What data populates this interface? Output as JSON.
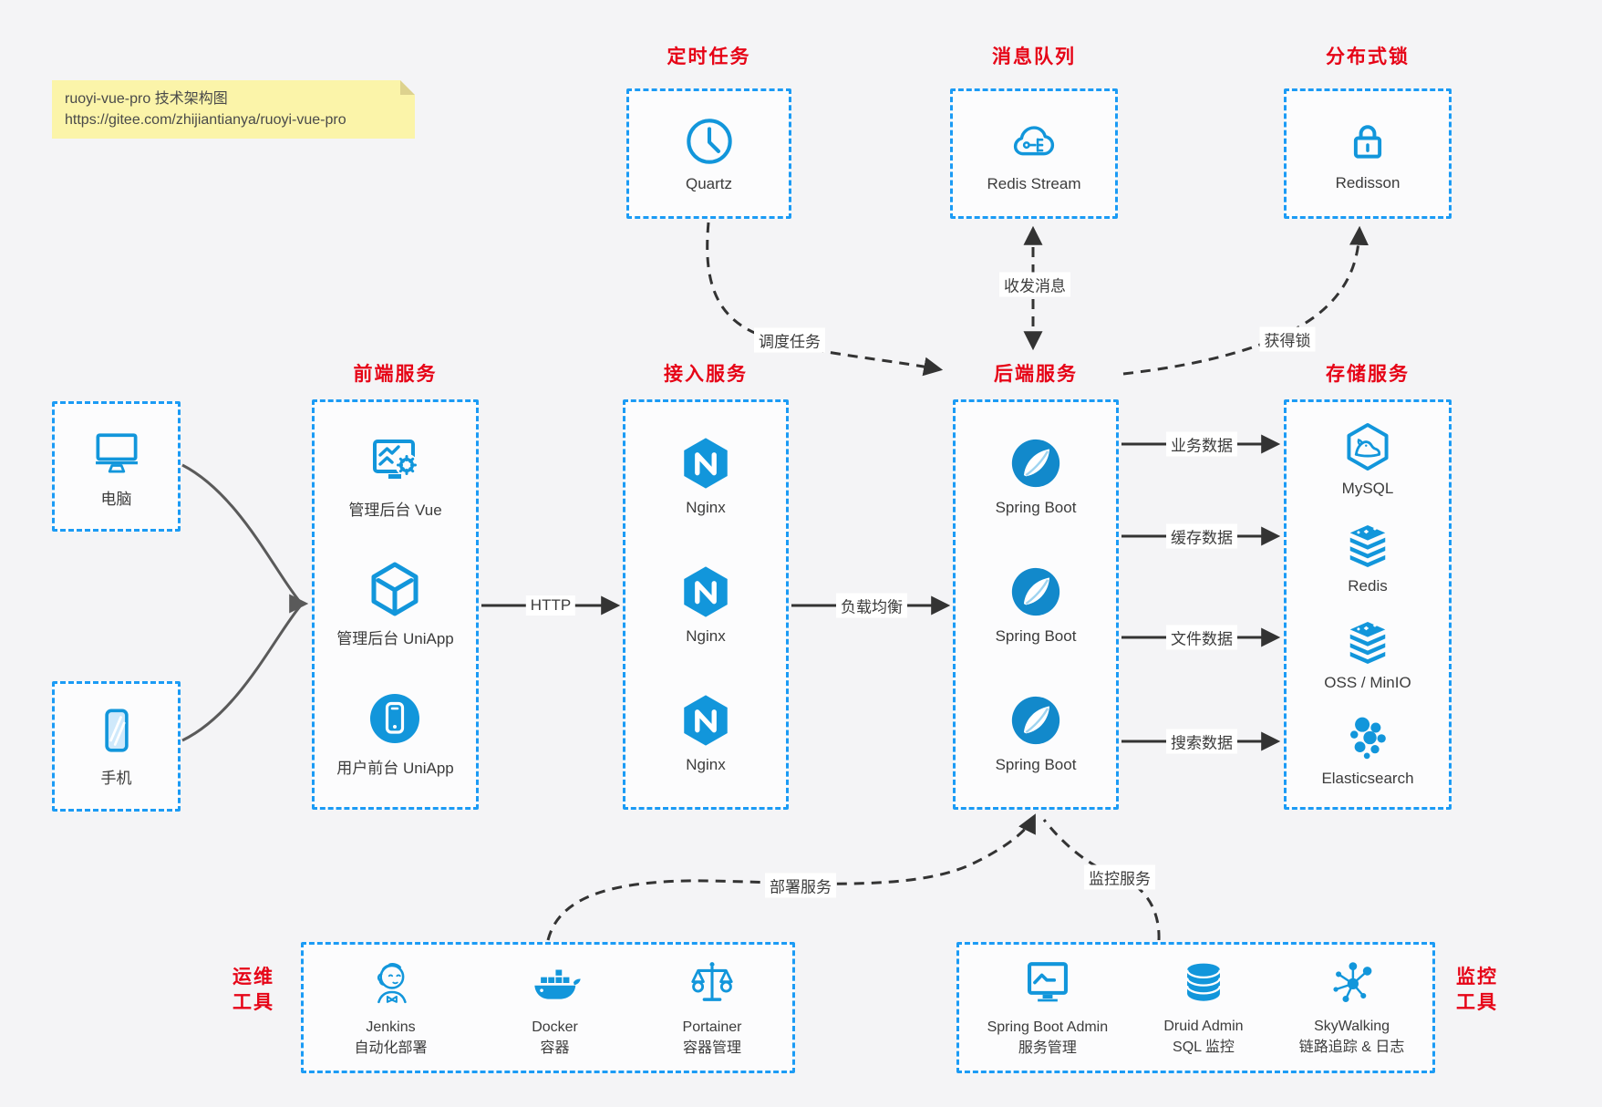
{
  "note": {
    "title": "ruoyi-vue-pro 技术架构图",
    "url": "https://gitee.com/zhijiantianya/ruoyi-vue-pro"
  },
  "top_groups": [
    {
      "title": "定时任务",
      "item": {
        "icon": "clock-icon",
        "label": "Quartz"
      }
    },
    {
      "title": "消息队列",
      "item": {
        "icon": "cloud-stream-icon",
        "label": "Redis Stream"
      }
    },
    {
      "title": "分布式锁",
      "item": {
        "icon": "lock-icon",
        "label": "Redisson"
      }
    }
  ],
  "clients": [
    {
      "icon": "desktop-icon",
      "label": "电脑"
    },
    {
      "icon": "mobile-icon",
      "label": "手机"
    }
  ],
  "columns": [
    {
      "title": "前端服务",
      "items": [
        {
          "icon": "admin-vue-icon",
          "label": "管理后台 Vue"
        },
        {
          "icon": "uniapp-cube-icon",
          "label": "管理后台 UniApp"
        },
        {
          "icon": "user-app-icon",
          "label": "用户前台 UniApp"
        }
      ]
    },
    {
      "title": "接入服务",
      "items": [
        {
          "icon": "nginx-icon",
          "label": "Nginx"
        },
        {
          "icon": "nginx-icon",
          "label": "Nginx"
        },
        {
          "icon": "nginx-icon",
          "label": "Nginx"
        }
      ]
    },
    {
      "title": "后端服务",
      "items": [
        {
          "icon": "spring-boot-icon",
          "label": "Spring Boot"
        },
        {
          "icon": "spring-boot-icon",
          "label": "Spring Boot"
        },
        {
          "icon": "spring-boot-icon",
          "label": "Spring Boot"
        }
      ]
    },
    {
      "title": "存储服务",
      "items": [
        {
          "icon": "mysql-icon",
          "label": "MySQL"
        },
        {
          "icon": "redis-stack-icon",
          "label": "Redis"
        },
        {
          "icon": "oss-stack-icon",
          "label": "OSS / MinIO"
        },
        {
          "icon": "elasticsearch-icon",
          "label": "Elasticsearch"
        }
      ]
    }
  ],
  "bottom_groups": [
    {
      "side_label": [
        "运维",
        "工具"
      ],
      "items": [
        {
          "icon": "jenkins-icon",
          "name": "Jenkins",
          "desc": "自动化部署"
        },
        {
          "icon": "docker-icon",
          "name": "Docker",
          "desc": "容器"
        },
        {
          "icon": "portainer-icon",
          "name": "Portainer",
          "desc": "容器管理"
        }
      ]
    },
    {
      "side_label": [
        "监控",
        "工具"
      ],
      "items": [
        {
          "icon": "spring-boot-admin-icon",
          "name": "Spring Boot Admin",
          "desc": "服务管理"
        },
        {
          "icon": "druid-icon",
          "name": "Druid Admin",
          "desc": "SQL 监控"
        },
        {
          "icon": "skywalking-icon",
          "name": "SkyWalking",
          "desc": "链路追踪 & 日志"
        }
      ]
    }
  ],
  "edges": {
    "http": "HTTP",
    "load_balance": "负载均衡",
    "schedule": "调度任务",
    "messaging": "收发消息",
    "lock": "获得锁",
    "business": "业务数据",
    "cache": "缓存数据",
    "file": "文件数据",
    "search": "搜索数据",
    "deploy": "部署服务",
    "monitor": "监控服务"
  },
  "colors": {
    "icon_blue": "#1296db",
    "border_blue": "#1b9bf5",
    "title_red": "#e60417",
    "background": "#f4f4f6",
    "note_bg": "#fbf4a9",
    "arrow_dark": "#333333",
    "arrow_gray": "#5a5a5a"
  }
}
